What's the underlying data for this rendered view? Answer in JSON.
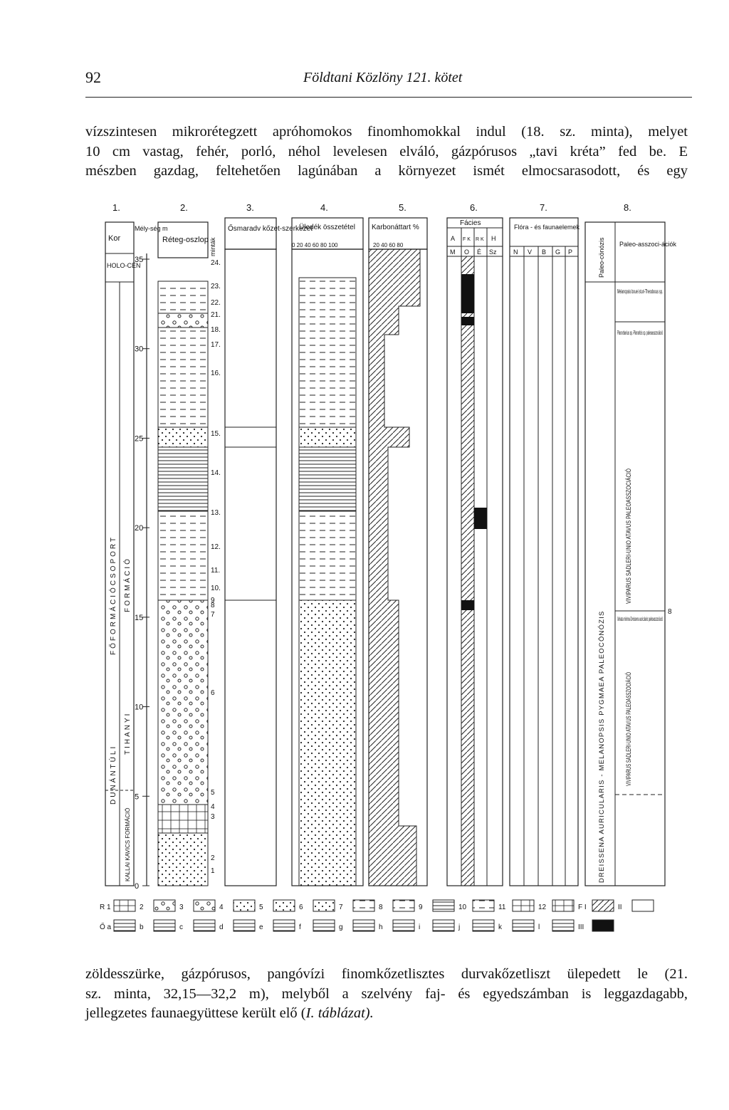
{
  "header": {
    "page_number": "92",
    "journal": "Földtani Közlöny 121. kötet"
  },
  "top_paragraph": {
    "lines": [
      "vízszintesen mikrorétegzett apróhomokos finomhomokkal indul (18. sz. minta), melyet",
      "10 cm vastag, fehér, porló, néhol levelesen elváló, gázpórusos „tavi kréta” fed be. E",
      "mészben gazdag, feltehetően lagúnában a környezet ismét elmocsarasodott, és egy"
    ]
  },
  "figure": {
    "column_numbers": [
      "1.",
      "2.",
      "3.",
      "4.",
      "5.",
      "6.",
      "7.",
      "8."
    ],
    "col1": {
      "header": "Kor",
      "holocen": "HOLO-CÉN",
      "vertical_1": "DUNÁNTÚLI",
      "vertical_2": "FŐFORMÁCIÓCSOPORT",
      "vertical_3": "TIHANYI",
      "vertical_4": "FORMÁCIÓ",
      "vertical_5": "KALLAI KAVICS FORMÁCIÓ"
    },
    "depth": {
      "header": "Mély-ség m",
      "ticks": [
        "35",
        "30",
        "25",
        "20",
        "15",
        "10",
        "5",
        "0"
      ]
    },
    "col2": {
      "header": "Réteg-oszlop",
      "mintak": "minták",
      "samples": [
        "24.",
        "23.",
        "22.",
        "21.",
        "18.",
        "17.",
        "16.",
        "15.",
        "14.",
        "13.",
        "12.",
        "11.",
        "10.",
        "9",
        "8",
        "7",
        "6",
        "5",
        "4",
        "3",
        "2",
        "1"
      ]
    },
    "col3": {
      "header": "Ősmaradv kőzet-szerkezet"
    },
    "col4": {
      "header": "Üledék összetétel",
      "scale": "0 20 40 60 80 100"
    },
    "col5": {
      "header": "Karbonáttart %",
      "scale": "20 40 60 80"
    },
    "col6": {
      "header": "Fácies",
      "sub_top": [
        "A",
        "F K",
        "R K",
        "H"
      ],
      "sub_bottom": [
        "M",
        "O",
        "É",
        "Sz"
      ]
    },
    "col7": {
      "header": "Flóra - és faunaelemek",
      "sub": [
        "N",
        "V",
        "B",
        "G",
        "P"
      ]
    },
    "col8": {
      "header_left": "Paleo-cönózis",
      "header_right": "Paleo-asszoci-ációk",
      "cenozis_upper": "DREISSENA AURICULARIS - MELANOPSIS PYGMAEA PALEOCÖNÓZIS",
      "assoc_1": "Melanopsis bouei sturi-Theodoxus sp.",
      "assoc_2": "Planorbarius sp.-Planorbis sp. paleoasszociáció",
      "assoc_3": "VIVIPARUS SADLERI-UNIO ATAVUS PALEOASSZOCIÁCIÓ",
      "assoc_4": "Valvata minima-Dreissena auricularis paleoasszociáció",
      "assoc_5": "VIVIPARUS SADLERI-UNIO ATAVUS PALEOASSZOCIÁCIÓ",
      "side_mark": "8"
    },
    "legend_row1": [
      "R 1",
      "2",
      "3",
      "4",
      "5",
      "6",
      "7",
      "8",
      "9",
      "10",
      "11",
      "12",
      "F I",
      "II"
    ],
    "legend_row2": [
      "Ő a",
      "b",
      "c",
      "d",
      "e",
      "f",
      "g",
      "h",
      "i",
      "j",
      "k",
      "l",
      "III"
    ]
  },
  "bottom_paragraph": {
    "lines": [
      "zöldesszürke, gázpórusos, pangóvízi finomkőzetlisztes durvakőzetliszt ülepedett le (21.",
      "sz. minta, 32,15—32,2 m), melyből a szelvény faj- és egyedszámban is leggazdagabb,"
    ],
    "last_line_pre": "jellegzetes faunaegyüttese került elő (",
    "last_line_ref": "I. táblázat).",
    "last_line_post": ""
  }
}
